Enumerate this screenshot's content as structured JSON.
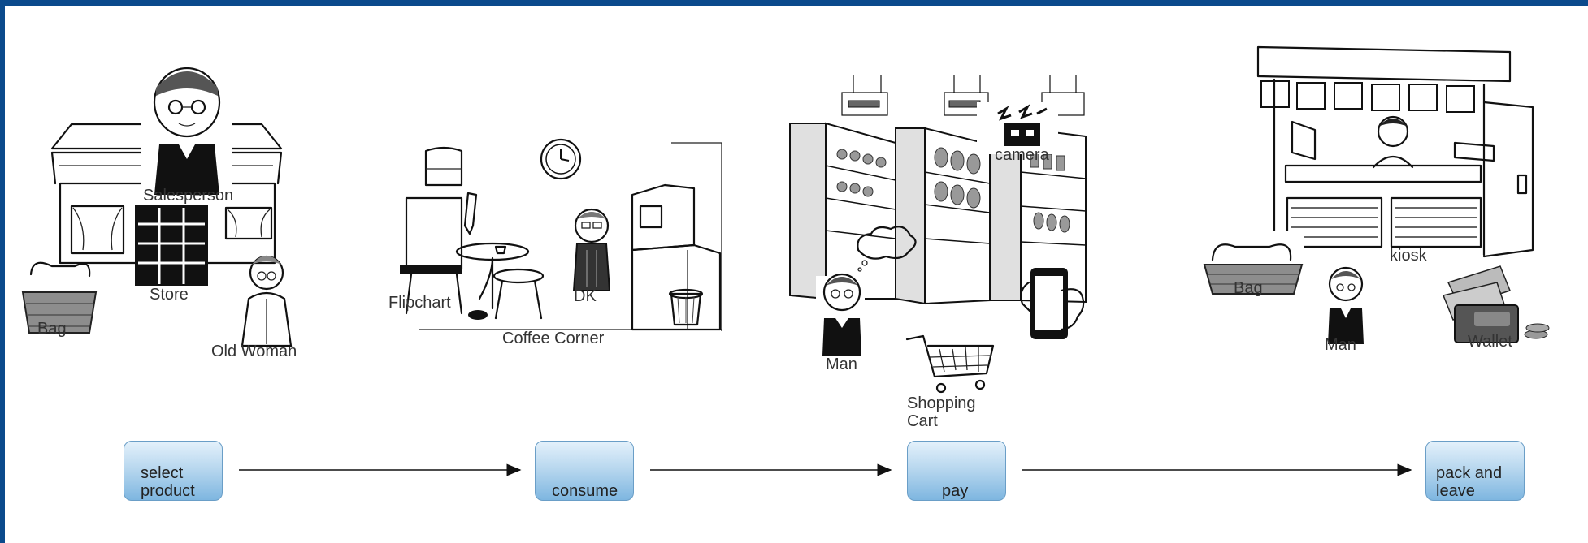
{
  "scenes": {
    "store": {
      "label": "Store",
      "salesperson": "Salesperson",
      "bag": "Bag",
      "old_woman": "Old Woman"
    },
    "coffee": {
      "label": "Coffee Corner",
      "flipchart": "Flipchart",
      "dk": "DK"
    },
    "supermarket": {
      "camera": "camera",
      "man": "Man",
      "cart": "Shopping\nCart"
    },
    "kiosk": {
      "label": "kiosk",
      "bag": "Bag",
      "man": "Man",
      "wallet": "Wallet"
    }
  },
  "steps": [
    {
      "label": "select\nproduct"
    },
    {
      "label": "consume"
    },
    {
      "label": "pay"
    },
    {
      "label": "pack and\nleave"
    }
  ],
  "colors": {
    "frame": "#0b4a8c",
    "step_fill_top": "#e4f1fb",
    "step_fill_bottom": "#7eb6e0",
    "step_border": "#6a9ec7"
  }
}
